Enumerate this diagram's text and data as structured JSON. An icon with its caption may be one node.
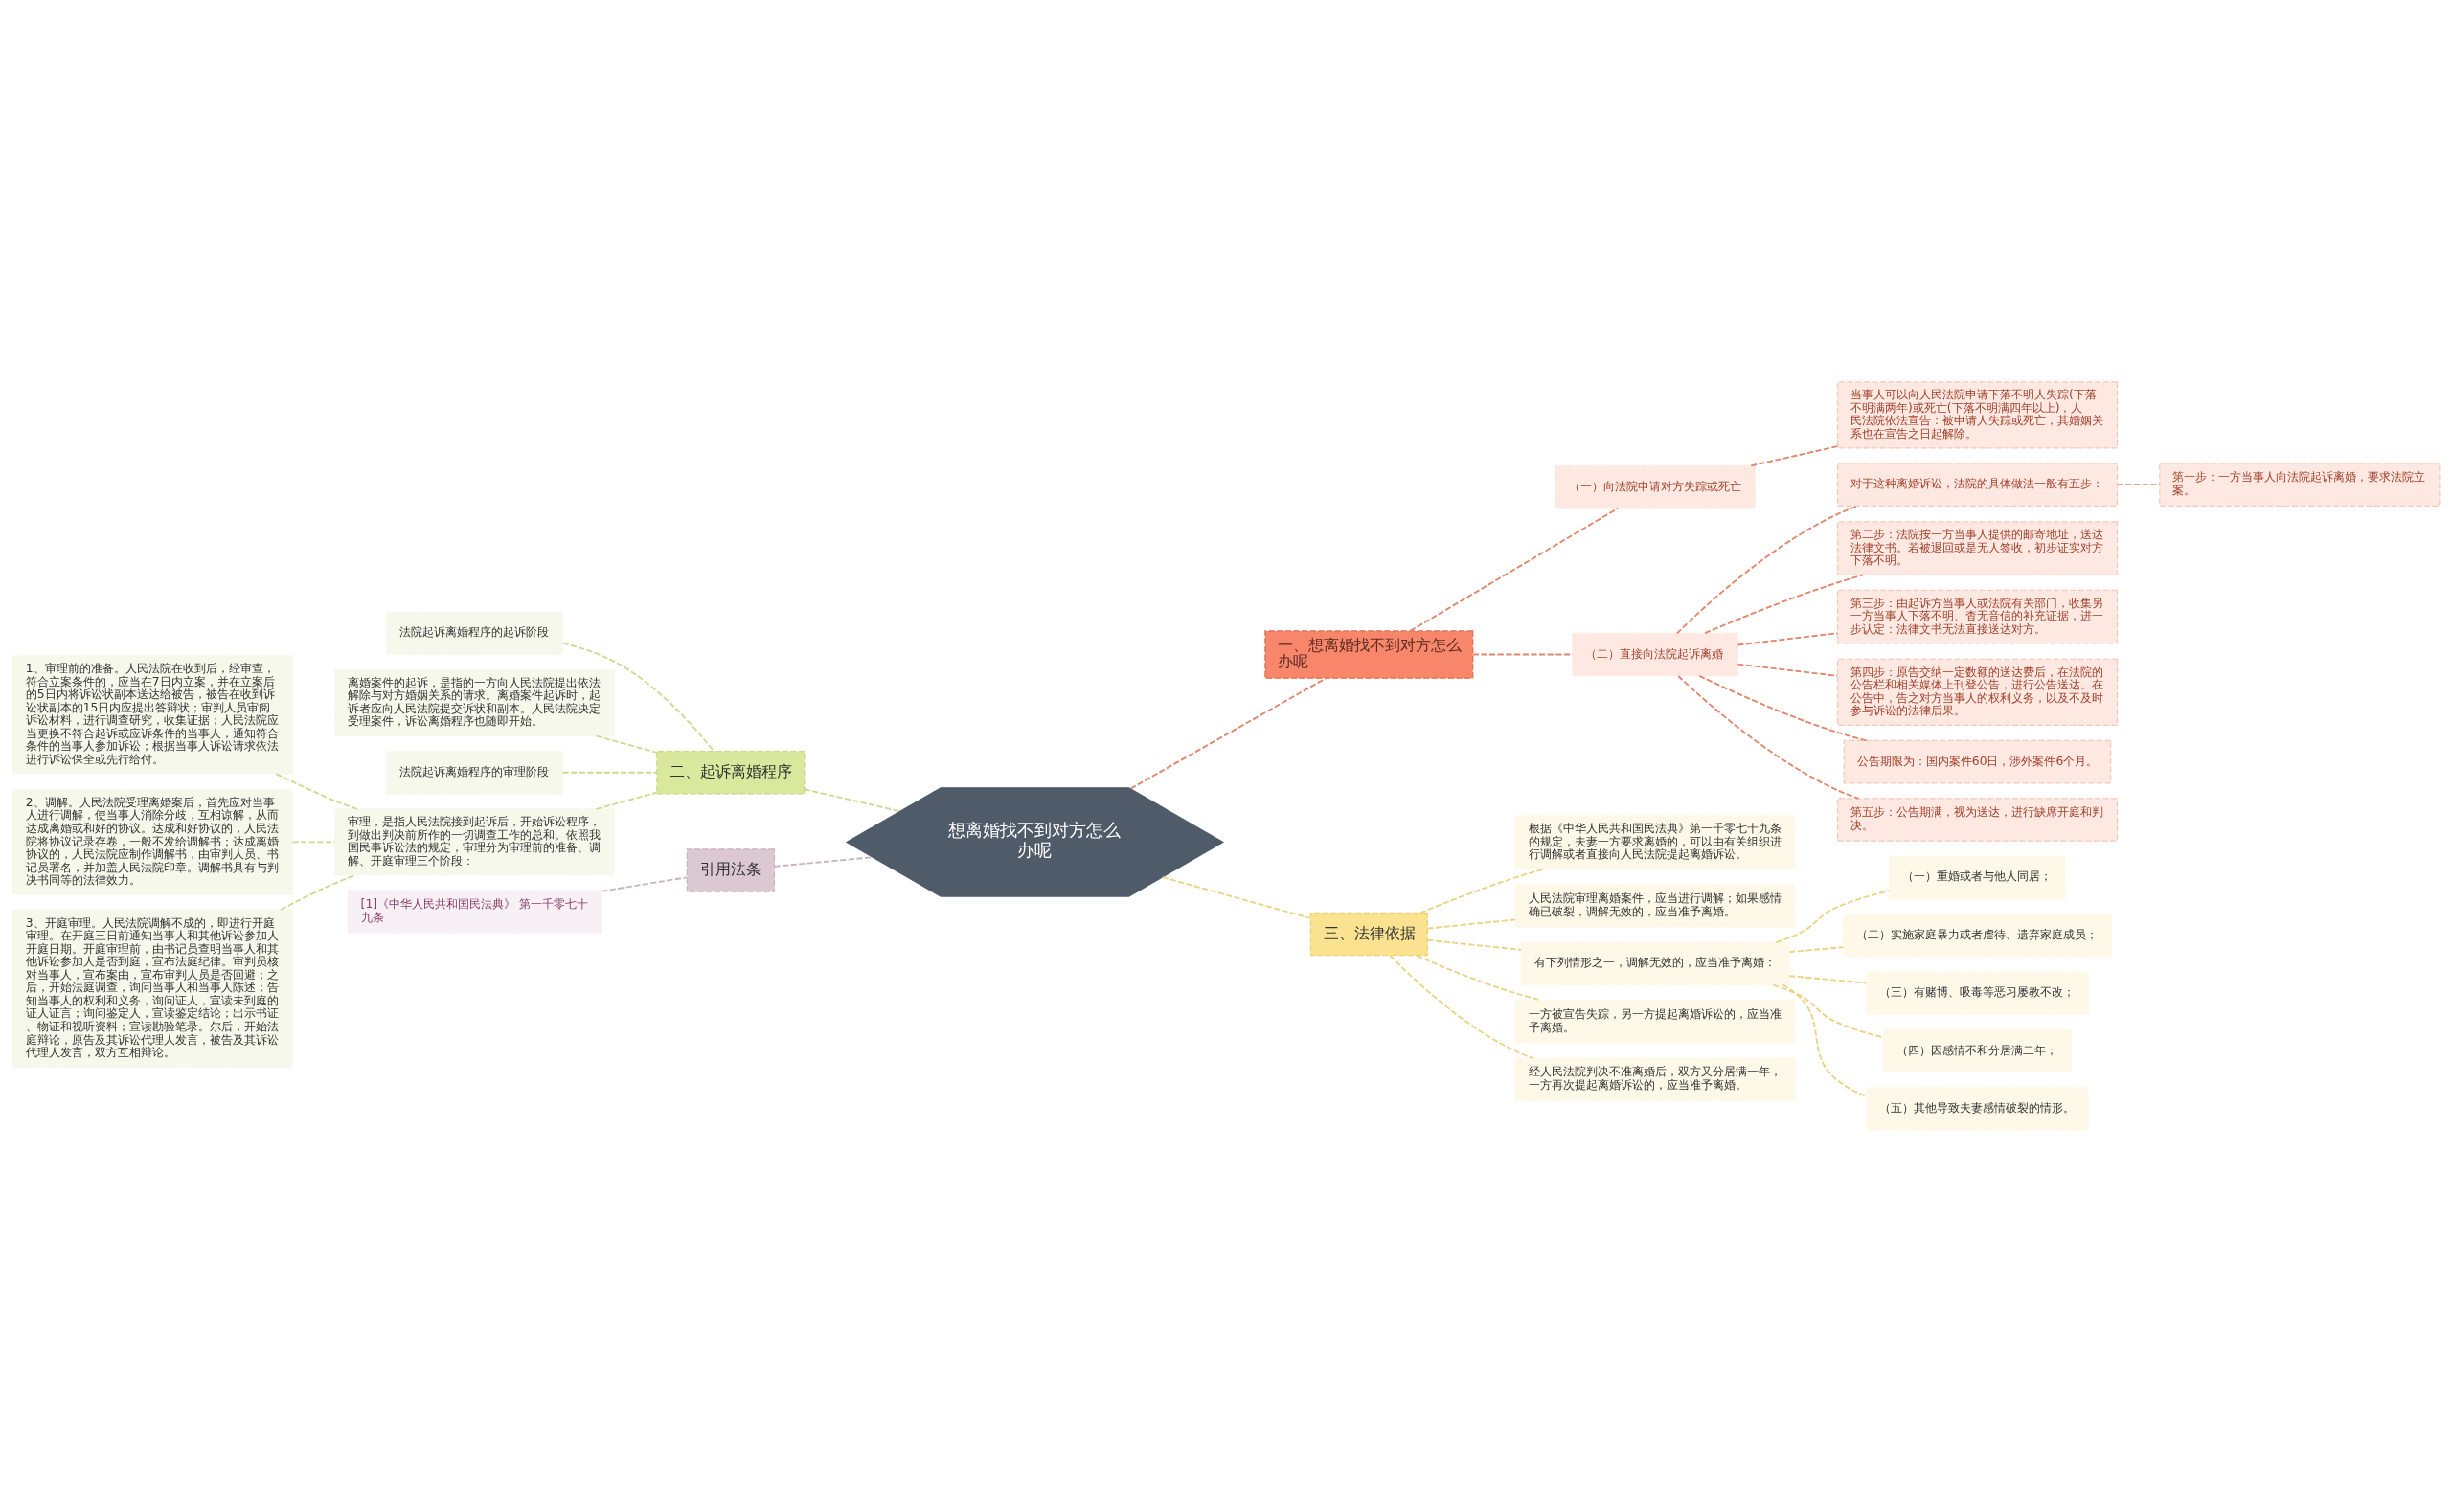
{
  "diagram": {
    "nodes": [
      {
        "text": [
          "想离婚找不到对方怎么办呢"
        ]
      },
      {
        "text": [
          "一、想离婚找不到对方怎么办呢"
        ]
      },
      {
        "text": [
          "（一）向法院申请对方失踪或死亡"
        ]
      },
      {
        "text": [
          "当事人可以向人民法院申请下落不明人失踪(下落不明满两年)或死亡(下落不明满四年以上)，人民法院依法宣告：被申请人失踪或死亡，其婚姻关系也在宣告之日起解除。"
        ]
      },
      {
        "text": [
          "（二）直接向法院起诉离婚"
        ]
      },
      {
        "text": [
          "对于这种离婚诉讼，法院的具体做法一般有五步："
        ]
      },
      {
        "text": [
          "第一步：一方当事人向法院起诉离婚，要求法院立案。"
        ]
      },
      {
        "text": [
          "第二步：法院按一方当事人提供的邮寄地址，送达法律文书。若被退回或是无人签收，初步证实对方下落不明。"
        ]
      },
      {
        "text": [
          "第三步：由起诉方当事人或法院有关部门，收集另一方当事人下落不明、杳无音信的补充证据，进一步认定：法律文书无法直接送达对方。"
        ]
      },
      {
        "text": [
          "第四步：原告交纳一定数额的送达费后，在法院的公告栏和相关媒体上刊登公告，进行公告送达。在公告中，告之对方当事人的权利义务，以及不及时参与诉讼的法律后果。"
        ]
      },
      {
        "text": [
          "公告期限为：国内案件60日，涉外案件6个月。"
        ]
      },
      {
        "text": [
          "第五步：公告期满，视为送达，进行缺席开庭和判决。"
        ]
      },
      {
        "text": [
          "二、起诉离婚程序"
        ]
      },
      {
        "text": [
          "法院起诉离婚程序的起诉阶段"
        ]
      },
      {
        "text": [
          "离婚案件的起诉，是指的一方向人民法院提出依法解除与对方婚姻关系的请求。离婚案件起诉时，起诉者应向人民法院提交诉状和副本。人民法院决定受理案件，诉讼离婚程序也随即开始。"
        ]
      },
      {
        "text": [
          "法院起诉离婚程序的审理阶段"
        ]
      },
      {
        "text": [
          "审理，是指人民法院接到起诉后，开始诉讼程序，到做出判决前所作的一切调查工作的总和。依照我国民事诉讼法的规定，审理分为审理前的准备、调解、开庭审理三个阶段："
        ]
      },
      {
        "text": [
          "1、审理前的准备。人民法院在收到后，经审查，符合立案条件的，应当在7日内立案，并在立案后的5日内将诉讼状副本送达给被告，被告在收到诉讼状副本的15日内应提出答辩状；审判人员审阅诉讼材料，进行调查研究，收集证据；人民法院应当更换不符合起诉或应诉条件的当事人，通知符合条件的当事人参加诉讼；根据当事人诉讼请求依法进行诉讼保全或先行给付。"
        ]
      },
      {
        "text": [
          "2、调解。人民法院受理离婚案后，首先应对当事人进行调解，使当事人消除分歧，互相谅解，从而达成离婚或和好的协议。达成和好协议的，人民法院将协议记录存卷，一般不发给调解书；达成离婚协议的，人民法院应制作调解书，由审判人员、书记员署名，并加盖人民法院印章。调解书具有与判决书同等的法律效力。"
        ]
      },
      {
        "text": [
          "3、开庭审理。人民法院调解不成的，即进行开庭审理。在开庭三日前通知当事人和其他诉讼参加人开庭日期。开庭审理前，由书记员查明当事人和其他诉讼参加人是否到庭，宣布法庭纪律。审判员核对当事人，宣布案由，宣布审判人员是否回避；之后，开始法庭调查，询问当事人和当事人陈述；告知当事人的权利和义务，询问证人，宣读未到庭的证人证言；询问鉴定人，宣读鉴定结论；出示书证、物证和视听资料；宣读勘验笔录。尔后，开始法庭辩论，原告及其诉讼代理人发言，被告及其诉讼代理人发言，双方互相辩论。"
        ]
      },
      {
        "text": [
          "三、法律依据"
        ]
      },
      {
        "text": [
          "根据《中华人民共和国民法典》第一千零七十九条的规定，夫妻一方要求离婚的，可以由有关组织进行调解或者直接向人民法院提起离婚诉讼。"
        ]
      },
      {
        "text": [
          "人民法院审理离婚案件，应当进行调解；如果感情确已破裂，调解无效的，应当准予离婚。"
        ]
      },
      {
        "text": [
          "有下列情形之一，调解无效的，应当准予离婚："
        ]
      },
      {
        "text": [
          "（一）重婚或者与他人同居；"
        ]
      },
      {
        "text": [
          "（二）实施家庭暴力或者虐待、遗弃家庭成员；"
        ]
      },
      {
        "text": [
          "（三）有赌博、吸毒等恶习屡教不改；"
        ]
      },
      {
        "text": [
          "（四）因感情不和分居满二年；"
        ]
      },
      {
        "text": [
          "（五）其他导致夫妻感情破裂的情形。"
        ]
      },
      {
        "text": [
          "一方被宣告失踪，另一方提起离婚诉讼的，应当准予离婚。"
        ]
      },
      {
        "text": [
          "经人民法院判决不准离婚后，双方又分居满一年，一方再次提起离婚诉讼的，应当准予离婚。"
        ]
      },
      {
        "text": [
          "引用法条"
        ]
      },
      {
        "text": [
          "[1]《中华人民共和国民法典》 第一千零七十九条"
        ]
      }
    ],
    "edges": [
      {
        "from": 0,
        "to": 1,
        "arrow": "none",
        "style": "dashed",
        "color": "#e0866c"
      },
      {
        "from": 1,
        "to": 2,
        "arrow": "none",
        "style": "dashed",
        "color": "#e0866c"
      },
      {
        "from": 2,
        "to": 3,
        "arrow": "none",
        "style": "dashed",
        "color": "#e0866c"
      },
      {
        "from": 1,
        "to": 4,
        "arrow": "none",
        "style": "dashed",
        "color": "#e0866c"
      },
      {
        "from": 4,
        "to": 5,
        "arrow": "none",
        "style": "dashed",
        "color": "#e0866c"
      },
      {
        "from": 5,
        "to": 6,
        "arrow": "none",
        "style": "dashed",
        "color": "#e0866c"
      },
      {
        "from": 4,
        "to": 7,
        "arrow": "none",
        "style": "dashed",
        "color": "#e0866c"
      },
      {
        "from": 4,
        "to": 8,
        "arrow": "none",
        "style": "dashed",
        "color": "#e0866c"
      },
      {
        "from": 4,
        "to": 9,
        "arrow": "none",
        "style": "dashed",
        "color": "#e0866c"
      },
      {
        "from": 4,
        "to": 10,
        "arrow": "none",
        "style": "dashed",
        "color": "#e0866c"
      },
      {
        "from": 4,
        "to": 11,
        "arrow": "none",
        "style": "dashed",
        "color": "#e0866c"
      },
      {
        "from": 0,
        "to": 12,
        "arrow": "none",
        "style": "dashed",
        "color": "#cfd98f"
      },
      {
        "from": 12,
        "to": 13,
        "arrow": "none",
        "style": "dashed",
        "color": "#cfd98f"
      },
      {
        "from": 12,
        "to": 14,
        "arrow": "none",
        "style": "dashed",
        "color": "#cfd98f"
      },
      {
        "from": 12,
        "to": 15,
        "arrow": "none",
        "style": "dashed",
        "color": "#cfd98f"
      },
      {
        "from": 12,
        "to": 16,
        "arrow": "none",
        "style": "dashed",
        "color": "#cfd98f"
      },
      {
        "from": 16,
        "to": 17,
        "arrow": "none",
        "style": "dashed",
        "color": "#cfd98f"
      },
      {
        "from": 16,
        "to": 18,
        "arrow": "none",
        "style": "dashed",
        "color": "#cfd98f"
      },
      {
        "from": 16,
        "to": 19,
        "arrow": "none",
        "style": "dashed",
        "color": "#cfd98f"
      },
      {
        "from": 0,
        "to": 20,
        "arrow": "none",
        "style": "dashed"
      },
      {
        "from": 20,
        "to": 21,
        "arrow": "none",
        "style": "dashed"
      },
      {
        "from": 20,
        "to": 22,
        "arrow": "none",
        "style": "dashed"
      },
      {
        "from": 20,
        "to": 23,
        "arrow": "none",
        "style": "dashed"
      },
      {
        "from": 23,
        "to": 24,
        "arrow": "none",
        "style": "dashed"
      },
      {
        "from": 23,
        "to": 25,
        "arrow": "none",
        "style": "dashed"
      },
      {
        "from": 23,
        "to": 26,
        "arrow": "none",
        "style": "dashed"
      },
      {
        "from": 23,
        "to": 27,
        "arrow": "none",
        "style": "dashed"
      },
      {
        "from": 23,
        "to": 28,
        "arrow": "none",
        "style": "dashed"
      },
      {
        "from": 20,
        "to": 29,
        "arrow": "none",
        "style": "dashed"
      },
      {
        "from": 20,
        "to": 30,
        "arrow": "none",
        "style": "dashed"
      },
      {
        "from": 0,
        "to": 31,
        "arrow": "none",
        "style": "dashed",
        "color": "#c9b3bf"
      },
      {
        "from": 31,
        "to": 32,
        "arrow": "none",
        "style": "dashed",
        "color": "#c9b3bf"
      }
    ]
  }
}
